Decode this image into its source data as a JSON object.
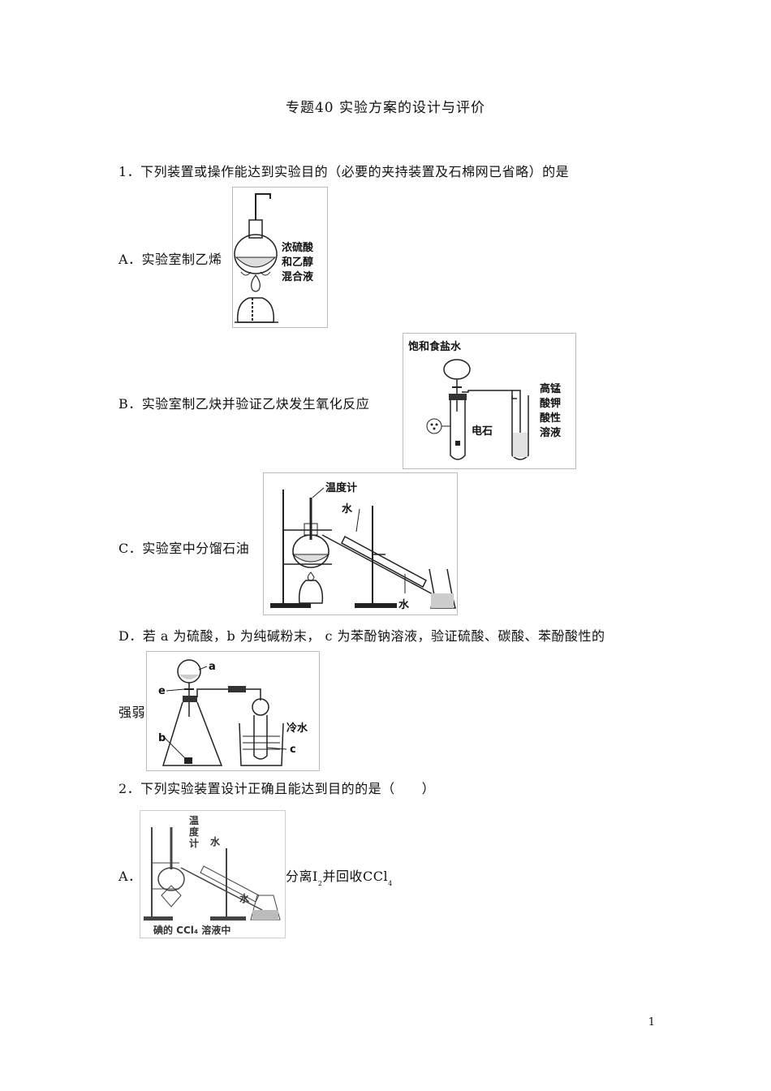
{
  "title": "专题40 实验方案的设计与评价",
  "q1": {
    "stem": "1．下列装置或操作能达到实验目的（必要的夹持装置及石棉网已省略）的是",
    "A": {
      "text": "A．实验室制乙烯",
      "fig_labels": [
        "浓硫酸",
        "和乙醇",
        "混合液"
      ]
    },
    "B": {
      "text": "B．实验室制乙炔并验证乙炔发生氧化反应",
      "fig_labels": {
        "top": "饱和食盐水",
        "middle": "电石",
        "right": [
          "高锰",
          "酸钾",
          "酸性",
          "溶液"
        ]
      }
    },
    "C": {
      "text": "C．实验室中分馏石油",
      "fig_labels": {
        "thermometer": "温度计",
        "water_in": "水",
        "water_out": "水"
      }
    },
    "D": {
      "text_line1": "D．若 a 为硫酸，b 为纯碱粉末， c 为苯酚钠溶液，验证硫酸、碳酸、苯酚酸性的",
      "text_line2": "强弱",
      "fig_labels": {
        "a": "a",
        "e": "e",
        "b": "b",
        "c": "c",
        "cold_water": "冷水"
      }
    }
  },
  "q2": {
    "stem": "2．下列实验装置设计正确且能达到目的的是（　　）",
    "A": {
      "letter": "A．",
      "text_prefix": "分离",
      "i_symbol": "I",
      "i_sub": "2",
      "text_mid": "并回收",
      "ccl_symbol": "CCl",
      "ccl_sub": "4",
      "fig_labels": {
        "thermometer": [
          "温",
          "度",
          "计"
        ],
        "water_in": "水",
        "water_out": "水",
        "caption": "碘的 CCl₄ 溶液中"
      }
    }
  },
  "page_number": "1"
}
